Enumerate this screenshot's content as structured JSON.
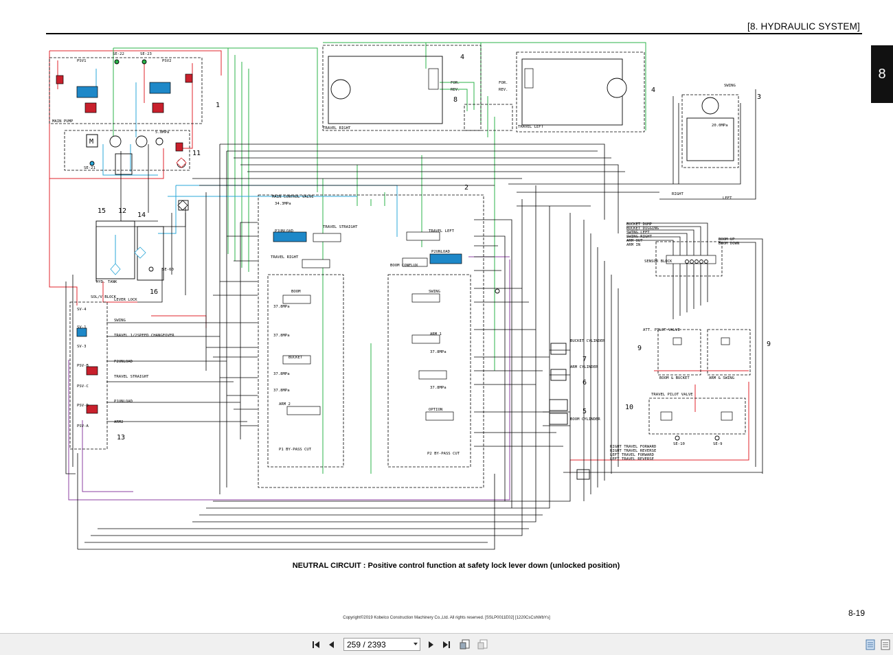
{
  "header": {
    "section_title": "[8.   HYDRAULIC SYSTEM]",
    "chapter_tab": "8"
  },
  "caption": "NEUTRAL CIRCUIT : Positive control function at safety lock lever down (unlocked position)",
  "page_number": "8-19",
  "copyright": "Copyright©2019 Kobelco Construction Machinery Co.,Ltd. All rights reserved. [SSLP0011E02] [1220CsCshWbYs]",
  "colors": {
    "pilot_green": "#2bb34a",
    "pump_red": "#e0232b",
    "tank_blue": "#2aa7d8",
    "purple": "#8b3fa0",
    "valve_blue": "#1e88c8",
    "valve_red": "#c8202c"
  },
  "callouts": [
    "1",
    "2",
    "3",
    "4",
    "4",
    "5",
    "6",
    "7",
    "8",
    "9",
    "9",
    "10",
    "11",
    "12",
    "13",
    "14",
    "15",
    "16"
  ],
  "labels": {
    "main_pump": "MAIN PUMP",
    "travel_right": "TRAVEL RIGHT",
    "travel_left": "TRAVEL LEFT",
    "swing": "SWING",
    "mcv": "MAIN CONTROL VALVE",
    "mpa": "34.3MPa",
    "p1unload": "P1UNLOAD",
    "p2unload": "P2UNLOAD",
    "travel_straight": "TRAVEL STRAIGHT",
    "boom_conflux": "BOOM CONFLUX",
    "boom": "BOOM",
    "bucket": "BUCKET",
    "arm1": "ARM 1",
    "arm2": "ARM 2",
    "option": "OPTION",
    "swing_spool": "SWING",
    "p1_bypass": "P1 BY-PASS CUT",
    "p2_bypass": "P2 BY-PASS CUT",
    "hyd_tank": "HYD. TANK",
    "sol_block": "SOL/V BLOCK",
    "lever_lock": "LEVER LOCK",
    "bucket_cyl": "BUCKET CYLINDER",
    "arm_cyl": "ARM CYLINDER",
    "boom_cyl": "BOOM CYLINDER",
    "att_pilot": "ATT. PILOT VALVE",
    "travel_pilot": "TRAVEL PILOT VALVE",
    "sensor_block": "SENSOR BLOCK",
    "boom_bucket": "BOOM & BUCKET",
    "arm_swing": "ARM & SWING",
    "se10": "SE-10",
    "se9": "SE-9",
    "right": "RIGHT",
    "left": "LEFT",
    "for": "FOR.",
    "rev": "REV.",
    "psv1": "PSV1",
    "psv2": "PSV2",
    "se22": "SE-22",
    "se23": "SE-23",
    "se21": "SE-21",
    "se60": "SE-60",
    "mpa5": "5.0MPa",
    "mpa20": "20.0MPa",
    "mpa37": "37.8MPa",
    "sv4": "SV-4",
    "sv1": "SV-1",
    "sv3": "SV-3",
    "psvb": "PSV-B",
    "psvc": "PSV-C",
    "psvd": "PSV-D",
    "psva": "PSV-A",
    "swing_ab": "SWING",
    "travel_speed": "TRAVEL 1/2SPEED CHANGEOVER",
    "p2unload_l": "P2UNLOAD",
    "travel_straight_l": "TRAVEL STRAIGHT",
    "p1unload_l": "P1UNLOAD",
    "arm2_l": "ARM2",
    "bucket_dump": "BUCKET DUMP",
    "bucket_digging": "BUCKET DIGGING",
    "swing_left": "SWING LEFT",
    "swing_right": "SWING RIGHT",
    "arm_out": "ARM OUT",
    "arm_in": "ARM IN",
    "boom_up": "BOOM UP",
    "boom_down": "BOOM DOWN",
    "rt_fwd": "RIGHT TRAVEL FORWARD",
    "rt_rev": "RIGHT TRAVEL REVERSE",
    "lt_fwd": "LEFT TRAVEL FORWARD",
    "lt_rev": "LEFT TRAVEL REVERSE"
  },
  "toolbar": {
    "page_display": "259 / 2393",
    "first": "first-page-icon",
    "prev": "previous-page-icon",
    "next": "next-page-icon",
    "last": "last-page-icon"
  }
}
